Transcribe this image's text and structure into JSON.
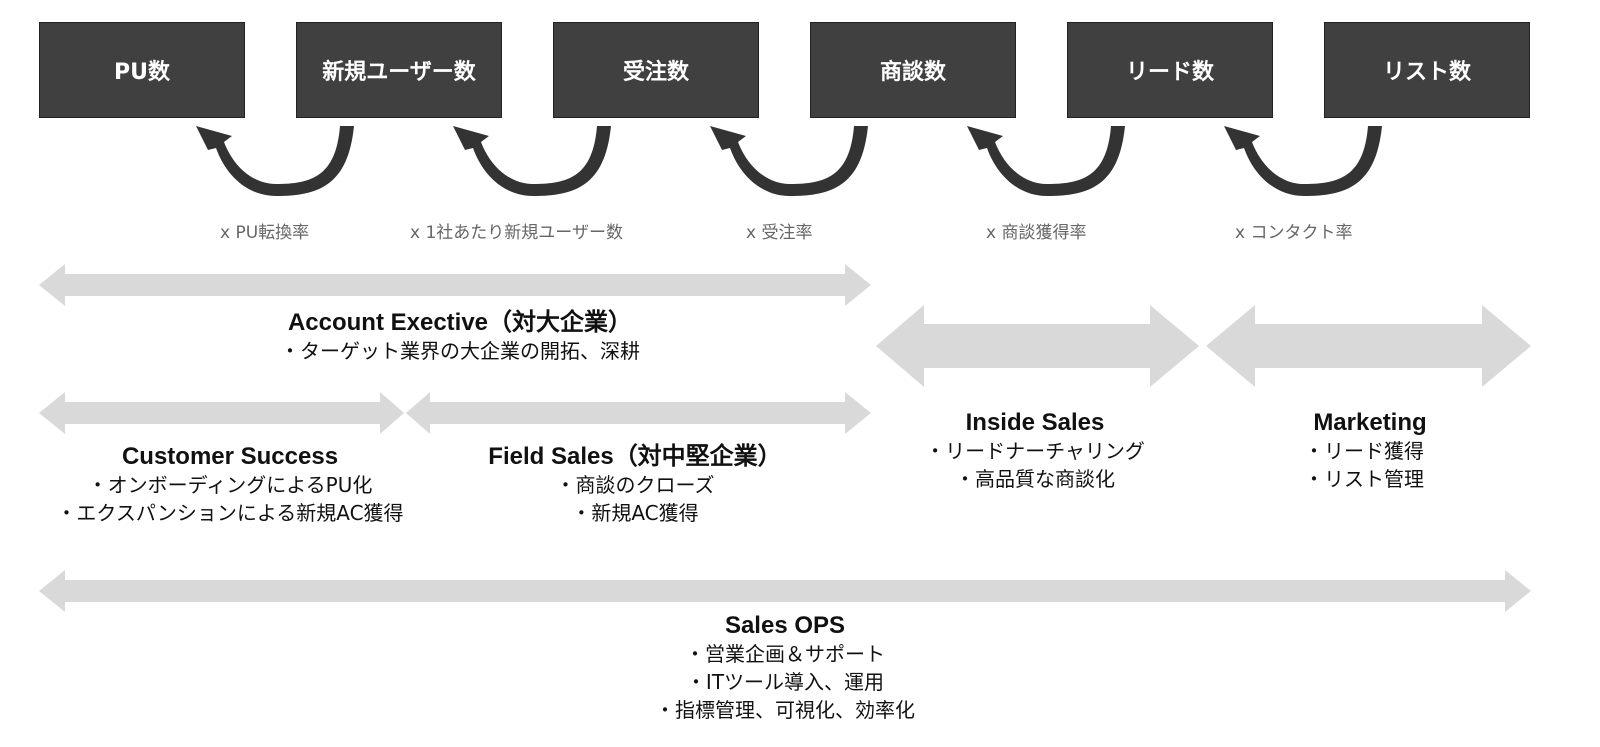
{
  "metrics": [
    "PU数",
    "新規ユーザー数",
    "受注数",
    "商談数",
    "リード数",
    "リスト数"
  ],
  "multipliers": [
    "x PU転換率",
    "x 1社あたり新規ユーザー数",
    "x  受注率",
    "x  商談獲得率",
    "x  コンタクト率"
  ],
  "roles": {
    "account_exec": {
      "title": "Account Exective（対大企業）",
      "lines": [
        "・ターゲット業界の大企業の開拓、深耕"
      ]
    },
    "customer_success": {
      "title": "Customer Success",
      "lines": [
        "・オンボーディングによるPU化",
        "・エクスパンションによる新規AC獲得"
      ]
    },
    "field_sales": {
      "title": "Field Sales（対中堅企業）",
      "lines": [
        "・商談のクローズ",
        "・新規AC獲得"
      ]
    },
    "inside_sales": {
      "title": "Inside Sales",
      "lines": [
        "・リードナーチャリング",
        "・高品質な商談化"
      ]
    },
    "marketing": {
      "title": "Marketing",
      "lines": [
        "・リード獲得",
        "・リスト管理"
      ]
    },
    "sales_ops": {
      "title": "Sales OPS",
      "lines": [
        "・営業企画＆サポート",
        "・ITツール導入、運用",
        "・指標管理、可視化、効率化"
      ]
    }
  },
  "colors": {
    "box": "#404040",
    "arrow_band": "#d9d9d9",
    "curve": "#333333"
  }
}
